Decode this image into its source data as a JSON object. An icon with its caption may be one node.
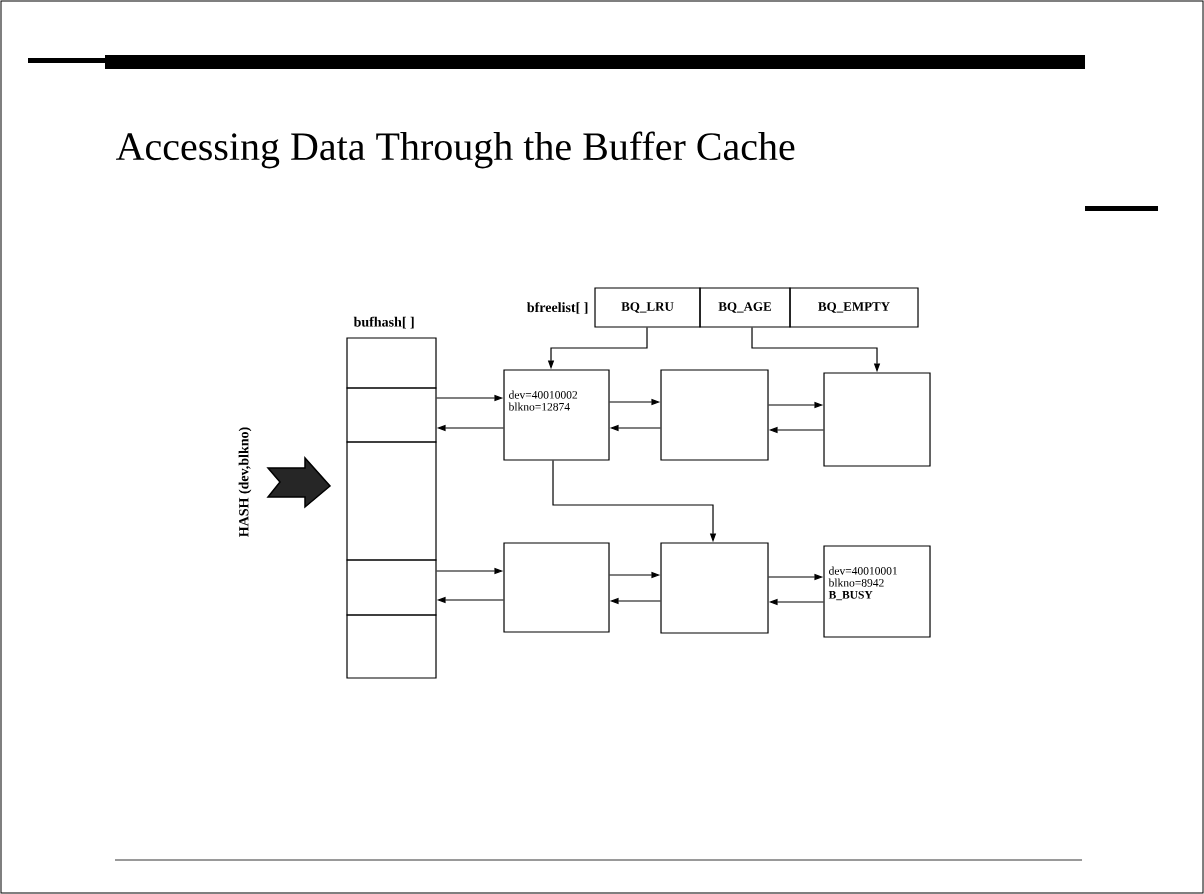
{
  "diagram": {
    "title": "Accessing Data Through the Buffer Cache",
    "nodes": [
      {
        "text": [],
        "shape": "box"
      },
      {
        "text": [],
        "shape": "box"
      },
      {
        "text": [],
        "shape": "box"
      },
      {
        "text": [],
        "shape": "box"
      },
      {
        "text": [],
        "shape": "box"
      },
      {
        "text": [
          "BQ_LRU"
        ]
      },
      {
        "text": [
          "BQ_AGE"
        ]
      },
      {
        "text": [
          "BQ_EMPTY"
        ]
      },
      {
        "text": [
          "dev=40010002 blkno=12874"
        ]
      },
      {
        "text": [],
        "shape": "box"
      },
      {
        "text": [],
        "shape": "box"
      },
      {
        "text": [],
        "shape": "box"
      },
      {
        "text": [],
        "shape": "box"
      },
      {
        "text": [
          "dev=40010001 blkno=8942",
          "B_BUSY"
        ]
      }
    ],
    "edges": [
      {
        "from": 1,
        "to": 8,
        "arrow": "to"
      },
      {
        "from": 8,
        "to": 1,
        "arrow": "to"
      },
      {
        "from": 8,
        "to": 9,
        "arrow": "to"
      },
      {
        "from": 9,
        "to": 8,
        "arrow": "to"
      },
      {
        "from": 9,
        "to": 10,
        "arrow": "to"
      },
      {
        "from": 10,
        "to": 9,
        "arrow": "to"
      },
      {
        "from": 3,
        "to": 11,
        "arrow": "to"
      },
      {
        "from": 11,
        "to": 3,
        "arrow": "to"
      },
      {
        "from": 11,
        "to": 12,
        "arrow": "to"
      },
      {
        "from": 12,
        "to": 11,
        "arrow": "to"
      },
      {
        "from": 12,
        "to": 13,
        "arrow": "to"
      },
      {
        "from": 13,
        "to": 12,
        "arrow": "to"
      },
      {
        "from": 5,
        "to": 8,
        "arrow": "to"
      },
      {
        "from": 6,
        "to": 10,
        "arrow": "to"
      },
      {
        "from": 8,
        "to": 12,
        "arrow": "to"
      }
    ],
    "labels": [
      "bufhash[ ]",
      "bfreelist[ ]",
      "HASH (dev,blkno)"
    ]
  }
}
